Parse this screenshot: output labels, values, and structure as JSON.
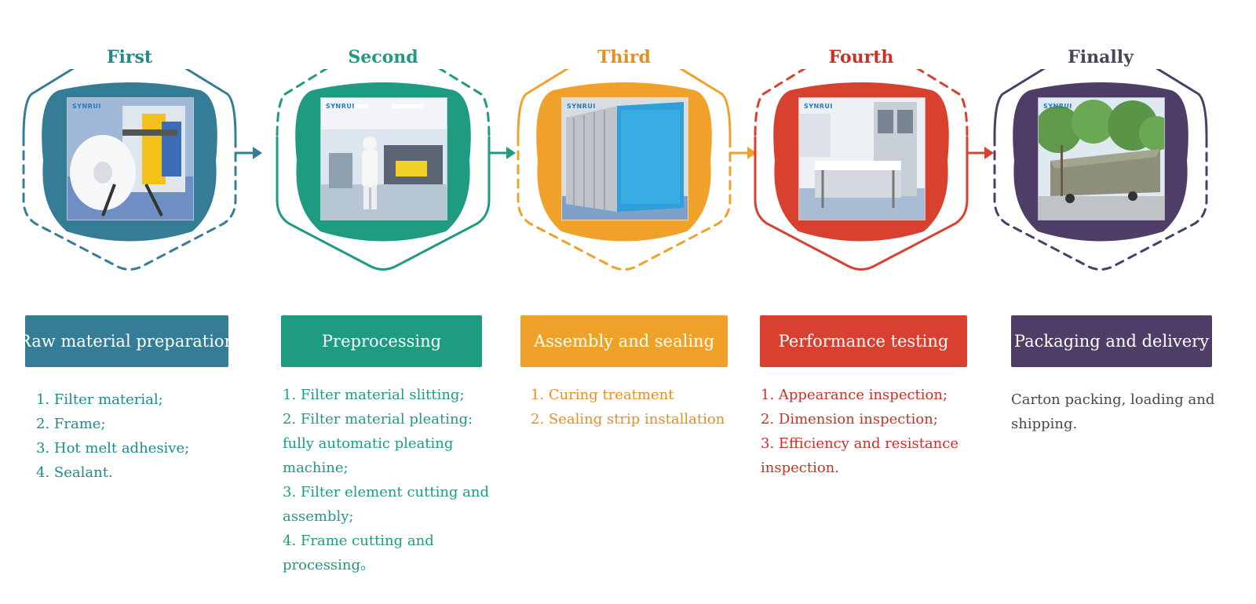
{
  "steps": [
    {
      "label": "First",
      "title": "Raw material preparation",
      "color": "#357d96",
      "text_color": "#1f8a8a",
      "frame": "solid-top",
      "icon": "rolling-machine-photo",
      "items": [
        "1. Filter material;",
        "2. Frame;",
        "3. Hot melt adhesive;",
        "4. Sealant."
      ]
    },
    {
      "label": "Second",
      "title": "Preprocessing",
      "color": "#1e9b80",
      "text_color": "#1e9b80",
      "frame": "dashed-top",
      "icon": "cleanroom-operator-photo",
      "items": [
        "1. Filter material slitting;",
        "2. Filter material pleating: fully automatic pleating machine;",
        "3. Filter element cutting and assembly;",
        "4. Frame cutting and processing。"
      ]
    },
    {
      "label": "Third",
      "title": "Assembly and sealing",
      "color": "#f0a12a",
      "text_color": "#e88e1f",
      "frame": "solid-top",
      "icon": "filter-box-photo",
      "items": [
        "1. Curing treatment",
        "2. Sealing strip installation"
      ]
    },
    {
      "label": "Fourth",
      "title": "Performance testing",
      "color": "#d8412f",
      "text_color": "#c93127",
      "frame": "dashed-top",
      "icon": "testing-machine-photo",
      "items": [
        "1. Appearance inspection;",
        "2. Dimension inspection;",
        "3. Efficiency and resistance inspection."
      ]
    },
    {
      "label": "Finally",
      "title": "Packaging and delivery",
      "color": "#4e3d66",
      "text_color": "#4a4458",
      "frame": "solid-top",
      "icon": "delivery-truck-photo",
      "items": [
        "Carton packing, loading and shipping."
      ]
    }
  ],
  "logo_text": "SYNRUI"
}
